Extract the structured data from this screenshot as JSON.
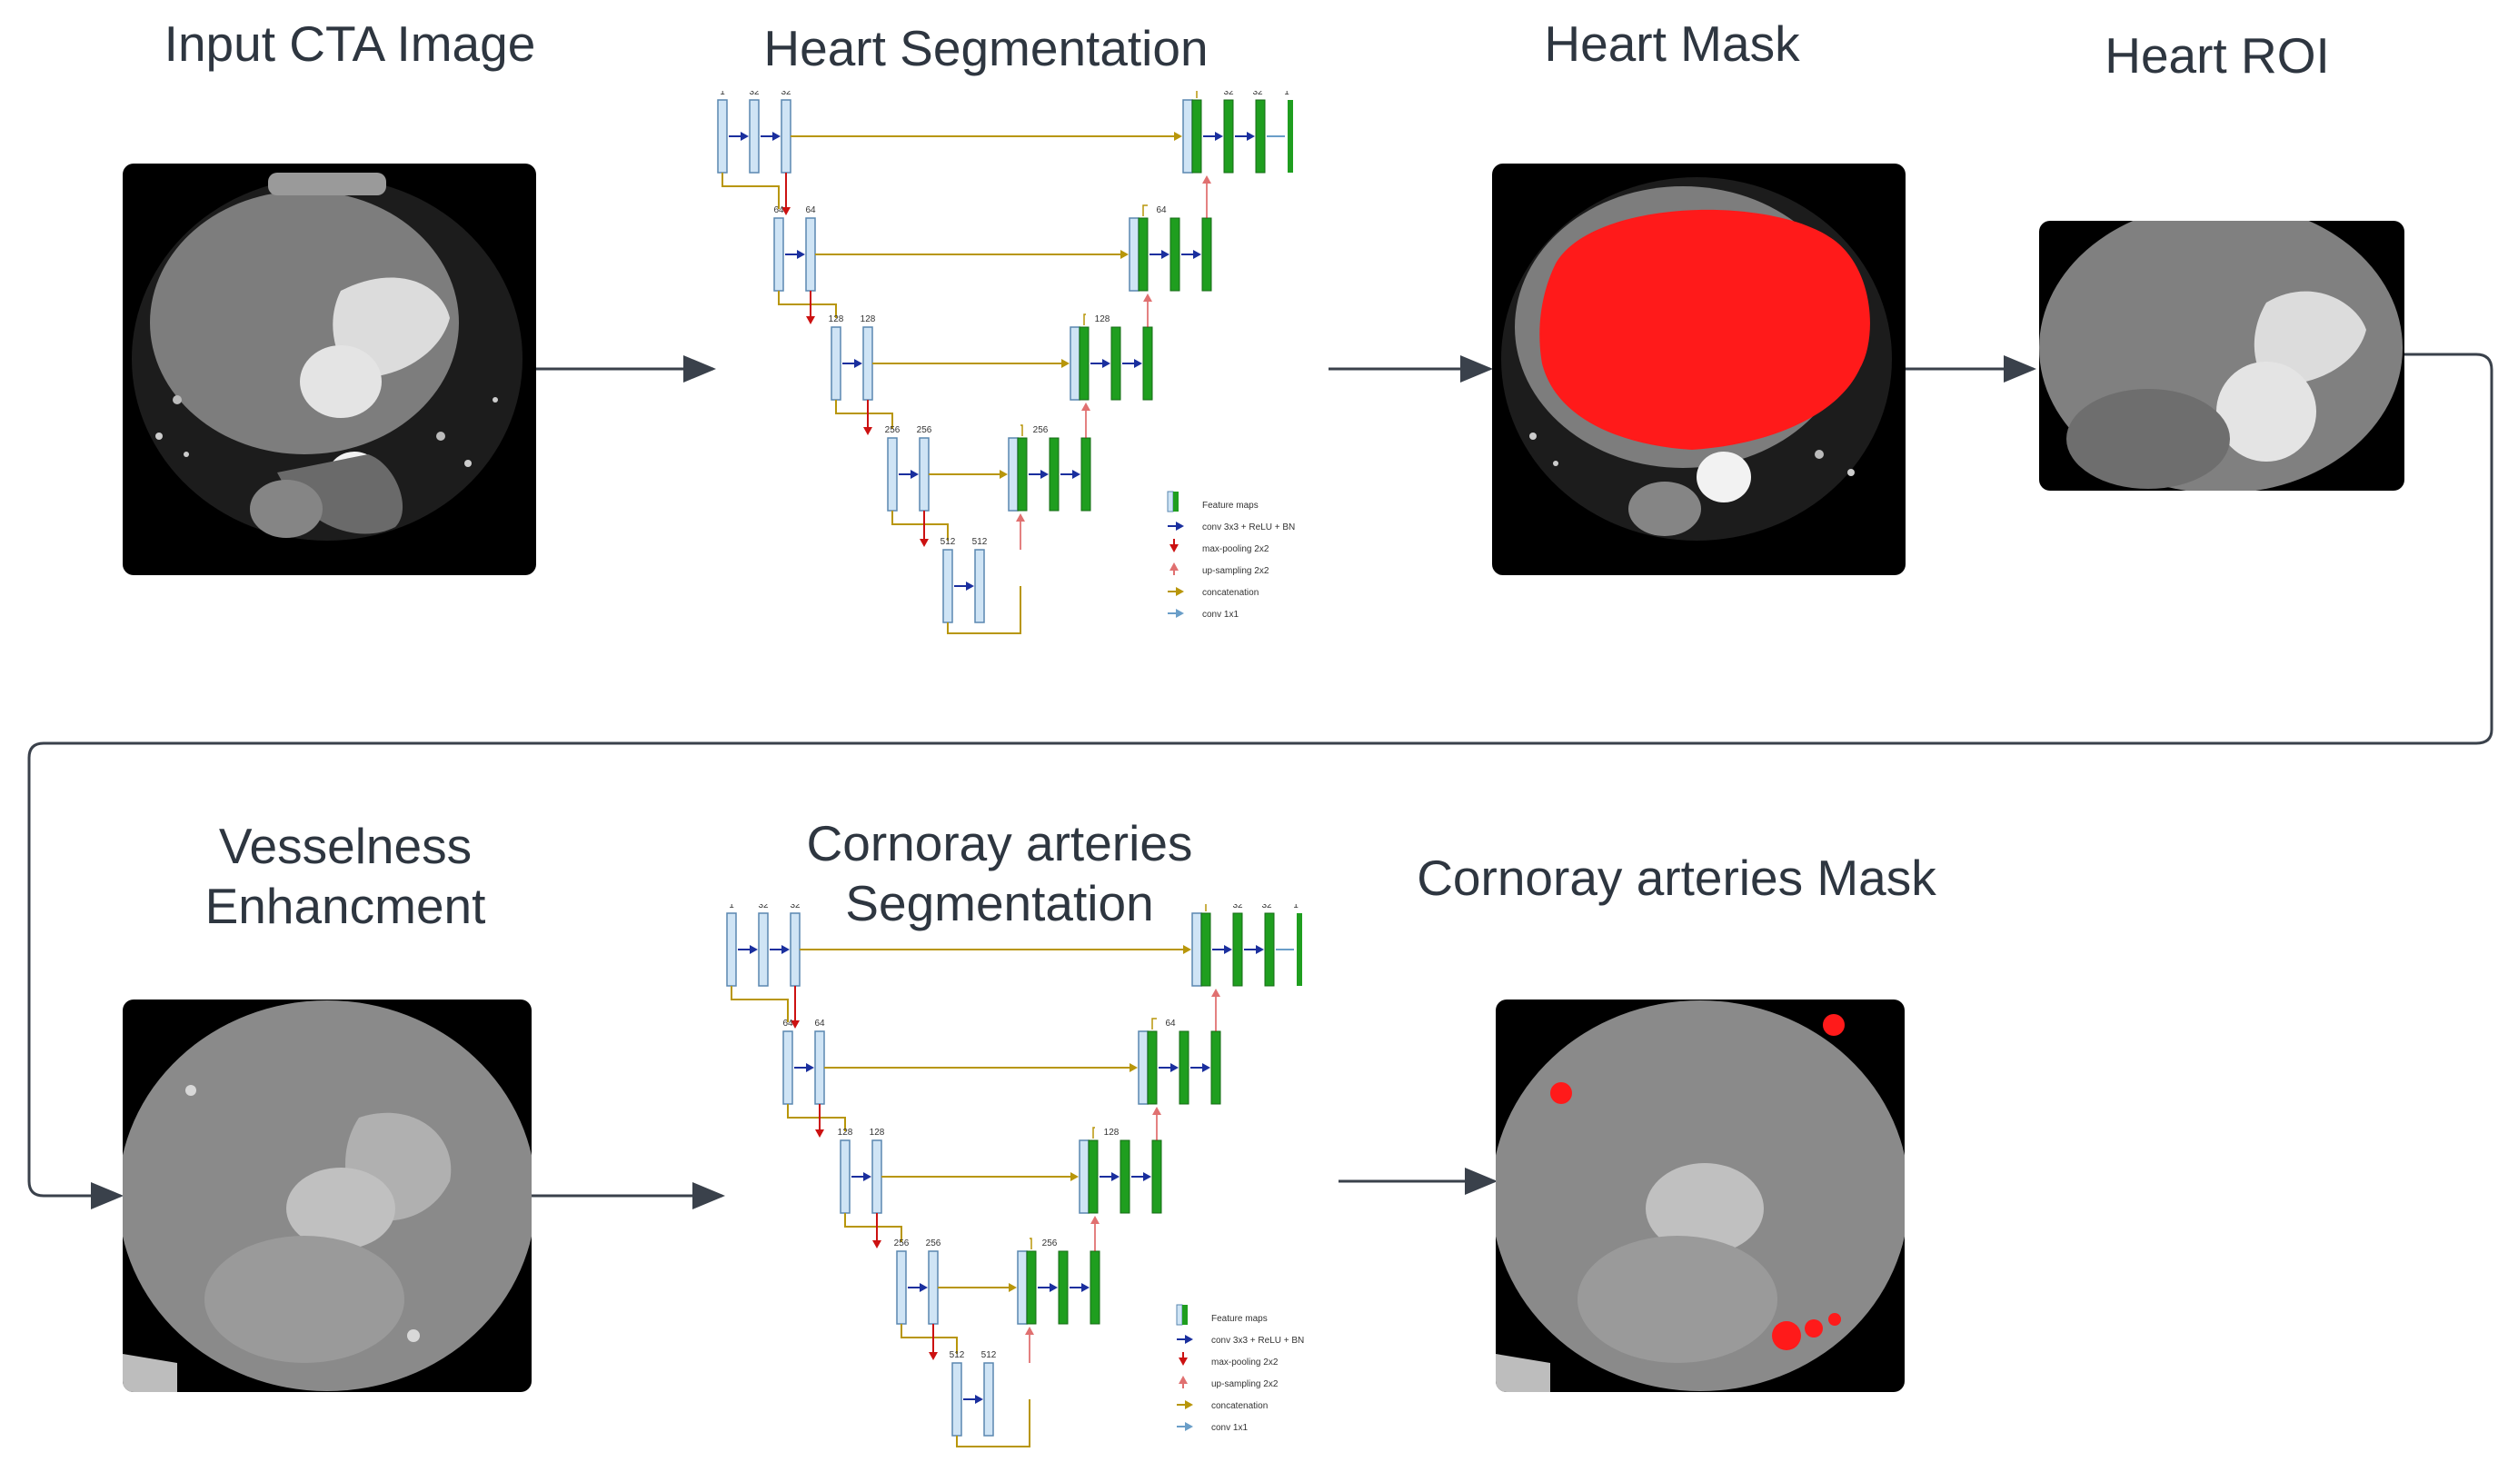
{
  "top_row": {
    "input_title": "Input CTA Image",
    "heart_seg_title": "Heart Segmentation",
    "heart_mask_title": "Heart Mask",
    "heart_roi_title": "Heart ROI"
  },
  "bottom_row": {
    "vesselness_title_line1": "Vesselness",
    "vesselness_title_line2": "Enhancment",
    "artery_seg_title_line1": "Cornoray arteries",
    "artery_seg_title_line2": "Segmentation",
    "artery_mask_title": "Cornoray arteries Mask"
  },
  "unet": {
    "level_labels": [
      [
        "1",
        "32",
        "32"
      ],
      [
        "64",
        "64"
      ],
      [
        "128",
        "128"
      ],
      [
        "256",
        "256"
      ],
      [
        "512",
        "512"
      ]
    ],
    "decoder_labels": [
      "256",
      "128",
      "64"
    ],
    "output_labels": [
      "32",
      "32",
      "1"
    ],
    "legend": [
      "Feature maps",
      "conv 3x3 + ReLU + BN",
      "max-pooling 2x2",
      "up-sampling 2x2",
      "concatenation",
      "conv 1x1"
    ]
  },
  "colors": {
    "arrow": "#3a414b",
    "encoder_block": "#cfe4f5",
    "decoder_block": "#1f9e1f",
    "skip": "#b8960a",
    "pool": "#cc1111",
    "conv": "#1a2f9e",
    "mask": "#ff1a1a"
  }
}
